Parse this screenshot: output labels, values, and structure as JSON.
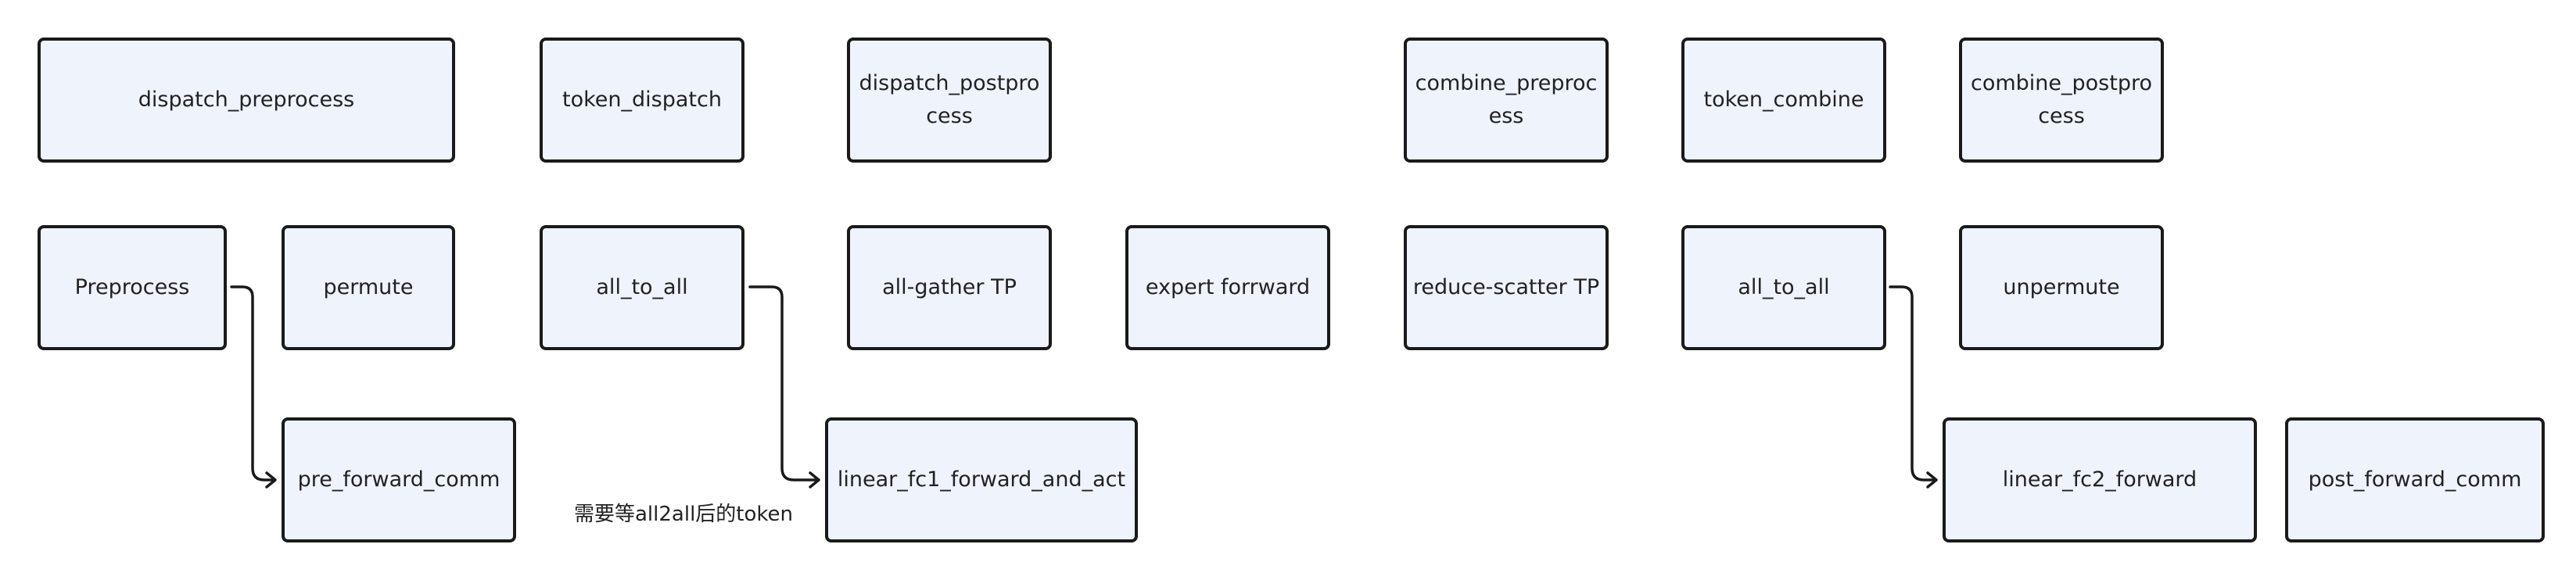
{
  "groups": {
    "dispatch_preprocess": "dispatch_preprocess",
    "token_dispatch": "token_dispatch",
    "dispatch_postprocess": "dispatch_postprocess",
    "combine_preprocess": "combine_preprocess",
    "token_combine": "token_combine",
    "combine_postprocess": "combine_postprocess"
  },
  "ops": {
    "preprocess": "Preprocess",
    "permute": "permute",
    "all_to_all_dispatch": "all_to_all",
    "all_gather_tp": "all-gather TP",
    "expert_forward": "expert forrward",
    "reduce_scatter_tp": "reduce-scatter TP",
    "all_to_all_combine": "all_to_all",
    "unpermute": "unpermute"
  },
  "overlap": {
    "pre_forward_comm": "pre_forward_comm",
    "linear_fc1_forward_and_act": "linear_fc1_forward_and_act",
    "linear_fc2_forward": "linear_fc2_forward",
    "post_forward_comm": "post_forward_comm"
  },
  "note": "需要等all2all后的token",
  "colors": {
    "node_fill": "#eff3fc",
    "node_border": "#1a1a1a",
    "connector": "#1a1a1a"
  }
}
